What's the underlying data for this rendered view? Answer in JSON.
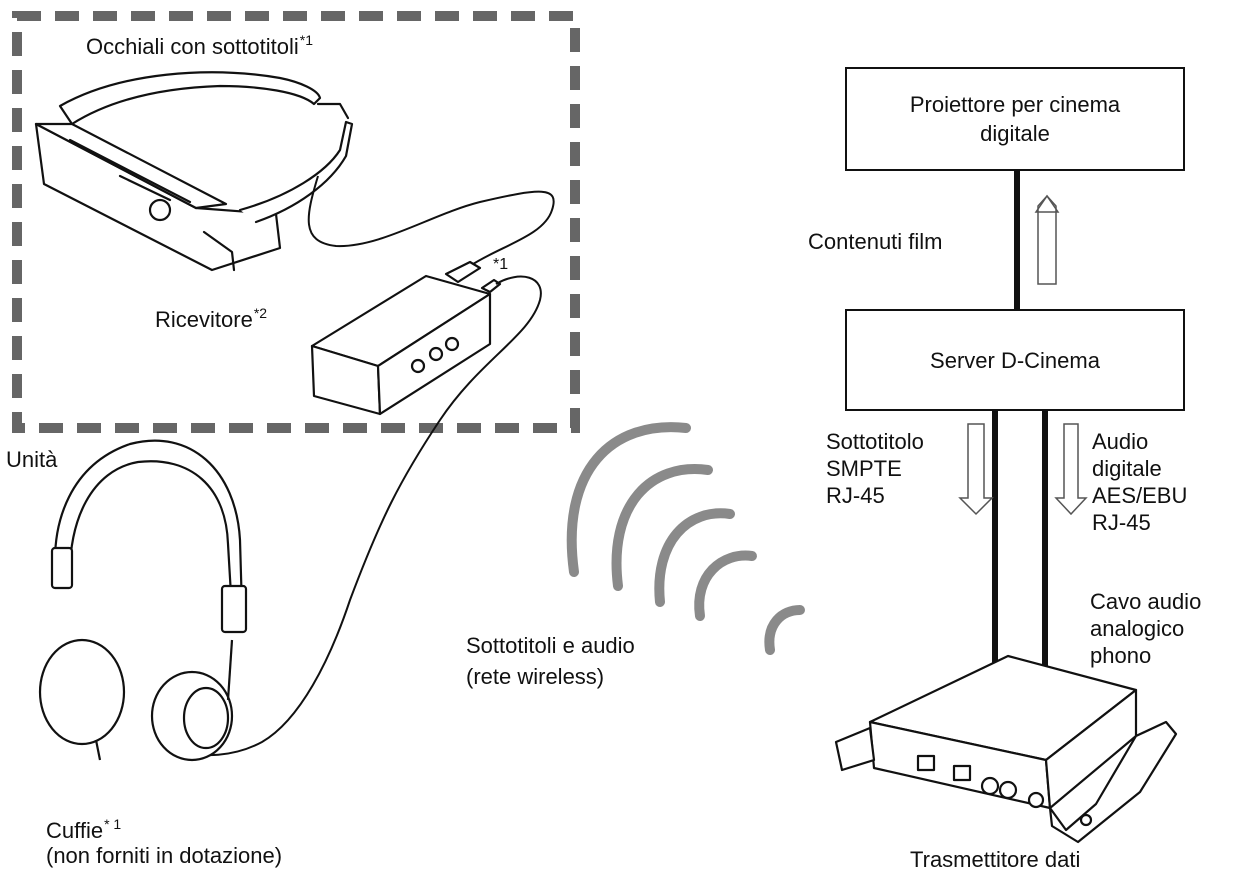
{
  "labels": {
    "occhiali": "Occhiali con sottotitoli",
    "occhiali_mark": "*1",
    "cable_mark": "*1",
    "ricevitore": "Ricevitore",
    "ricevitore_mark": "*2",
    "unita": "Unità",
    "cuffie": "Cuffie",
    "cuffie_mark": "* 1",
    "cuffie_note": "(non forniti in dotazione)",
    "wireless_line1": "Sottotitoli e audio",
    "wireless_line2": "(rete wireless)",
    "contenuti": "Contenuti film",
    "sottotitolo_lines": [
      "Sottotitolo",
      "SMPTE",
      "RJ-45"
    ],
    "audio_lines": [
      "Audio",
      "digitale",
      "AES/EBU",
      "RJ-45"
    ],
    "cavo_lines": [
      "Cavo audio",
      "analogico",
      "phono"
    ],
    "trasmettitore": "Trasmettitore dati"
  },
  "boxes": {
    "proiettore_lines": [
      "Proiettore per cinema",
      "digitale"
    ],
    "server": "Server D-Cinema"
  },
  "colors": {
    "line": "#111111",
    "dash": "#666666",
    "wave": "#8a8a8a"
  }
}
